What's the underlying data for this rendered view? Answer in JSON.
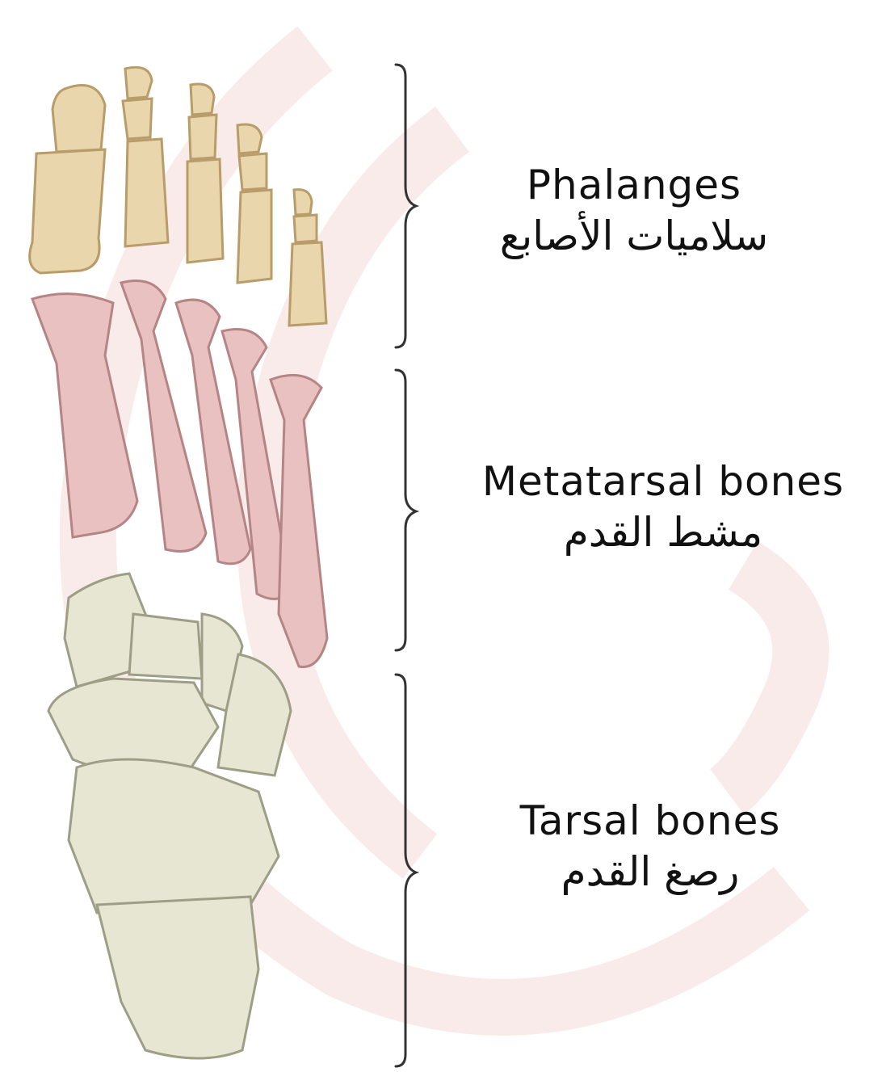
{
  "watermark": {
    "color": "#f7dede"
  },
  "bones": {
    "phalanges_color": "#ead6ad",
    "phalanges_stroke": "#b89c6a",
    "metatarsal_color": "#e9c1c1",
    "metatarsal_stroke": "#b58585",
    "tarsal_color": "#e6e6d2",
    "tarsal_stroke": "#9e9e86"
  },
  "brace_color": "#333333",
  "labels": {
    "phalanges": {
      "en": "Phalanges",
      "ar": "سلاميات الأصابع"
    },
    "metatarsal": {
      "en": "Metatarsal bones",
      "ar": "مشط القدم"
    },
    "tarsal": {
      "en": "Tarsal bones",
      "ar": "رصغ القدم"
    }
  }
}
